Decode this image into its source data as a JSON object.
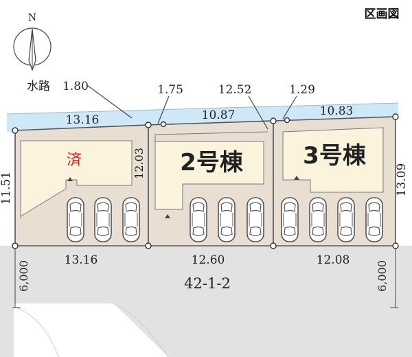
{
  "title": "区画図",
  "compass": {
    "label": "N"
  },
  "waterway": {
    "label": "水路",
    "width": "1.80"
  },
  "top_dims": {
    "a": "1.75",
    "b": "12.52",
    "c": "1.29"
  },
  "north_edges": {
    "lot1": "13.16",
    "lot2": "10.87",
    "lot3": "10.83"
  },
  "south_edges": {
    "lot1": "13.16",
    "lot2": "12.60",
    "lot3": "12.08"
  },
  "side_dims": {
    "left": "11.51",
    "right": "13.09",
    "inner": "12.03"
  },
  "lots": {
    "lot1": "済",
    "lot2": "2号棟",
    "lot3": "3号棟"
  },
  "road": {
    "name": "42-1-2",
    "width_left": "6,000",
    "width_right": "6,000"
  },
  "colors": {
    "sold": "#e02020",
    "lot_fill": "#e8dfd2",
    "house_fill": "#fbf3dc",
    "water": "#cfe8f7",
    "road": "#e2e2e2"
  }
}
